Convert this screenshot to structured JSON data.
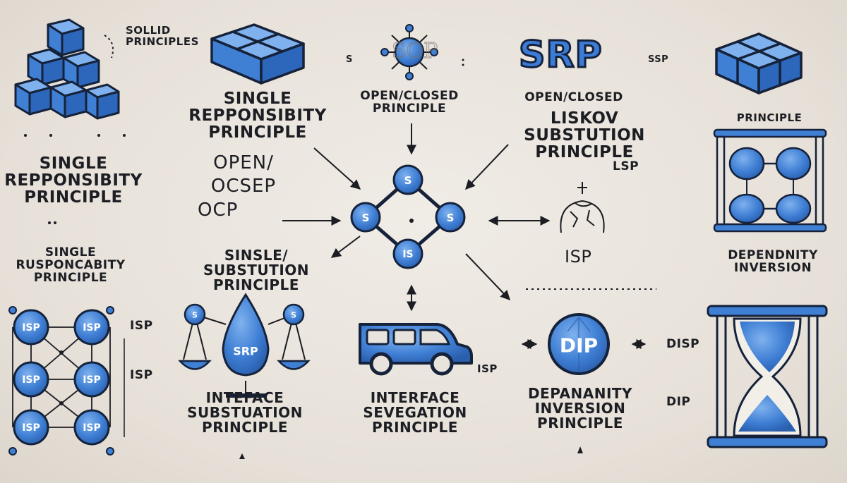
{
  "header": {
    "solid_line1": "SOLLID",
    "solid_line2": "PRINCIPLES",
    "top_s": "S",
    "top_bang": "!",
    "srp_big": "SRP",
    "ssp": "SSP"
  },
  "labels": {
    "single_left": [
      "SINGLE",
      "REPPONSIBITY",
      "PRINCIPLE"
    ],
    "single_top": [
      "SINGLE",
      "REPPONSIBITY",
      "PRINCIPLE"
    ],
    "open_closed_top": [
      "OPEN/CLOSED",
      "PRINCIPLE"
    ],
    "open_closed_right": "OPEN/CLOSED",
    "liskov": [
      "LISKOV",
      "SUBSTUTION",
      "PRINCIPLE"
    ],
    "lsp": "LSP",
    "principle_right": "PRINCIPLE",
    "open_mid": [
      "OPEN/",
      "OCSEP",
      "OCP"
    ],
    "single_lower_left": [
      "SINGLE",
      "RUSPONCABITY",
      "PRINCIPLE"
    ],
    "sinsle_sub": [
      "SINSLE/",
      "SUBSTUTION",
      "PRINCIPLE"
    ],
    "isp_right_mid": "ISP",
    "dependnity": [
      "DEPENDNITY",
      "INVERSION"
    ],
    "isp_a": "ISP",
    "isp_b": "ISP",
    "interface_sub": [
      "INTEFACE",
      "SUBSTUATION",
      "PRINCIPLE"
    ],
    "interface_seg": [
      "INTERFACE",
      "SEVEGATION",
      "PRINCIPLE"
    ],
    "isp_van": "ISP",
    "depanity": [
      "DEPANANITY",
      "INVERSION",
      "PRINCIPLE"
    ],
    "disp": "DISP",
    "dip": "DIP"
  },
  "nodes": {
    "center_top": "S",
    "center_left": "S",
    "center_right": "S",
    "center_bottom": "IS",
    "grid": [
      "ISP",
      "ISP",
      "ISP",
      "ISP",
      "ISP",
      "ISP"
    ],
    "scale_left": "S",
    "scale_right": "S",
    "drop": "SRP",
    "dip_circle": "DIP"
  },
  "colors": {
    "accent_blue": "#3f7fd4",
    "outline": "#15223a",
    "background": "#e8e3dc"
  }
}
